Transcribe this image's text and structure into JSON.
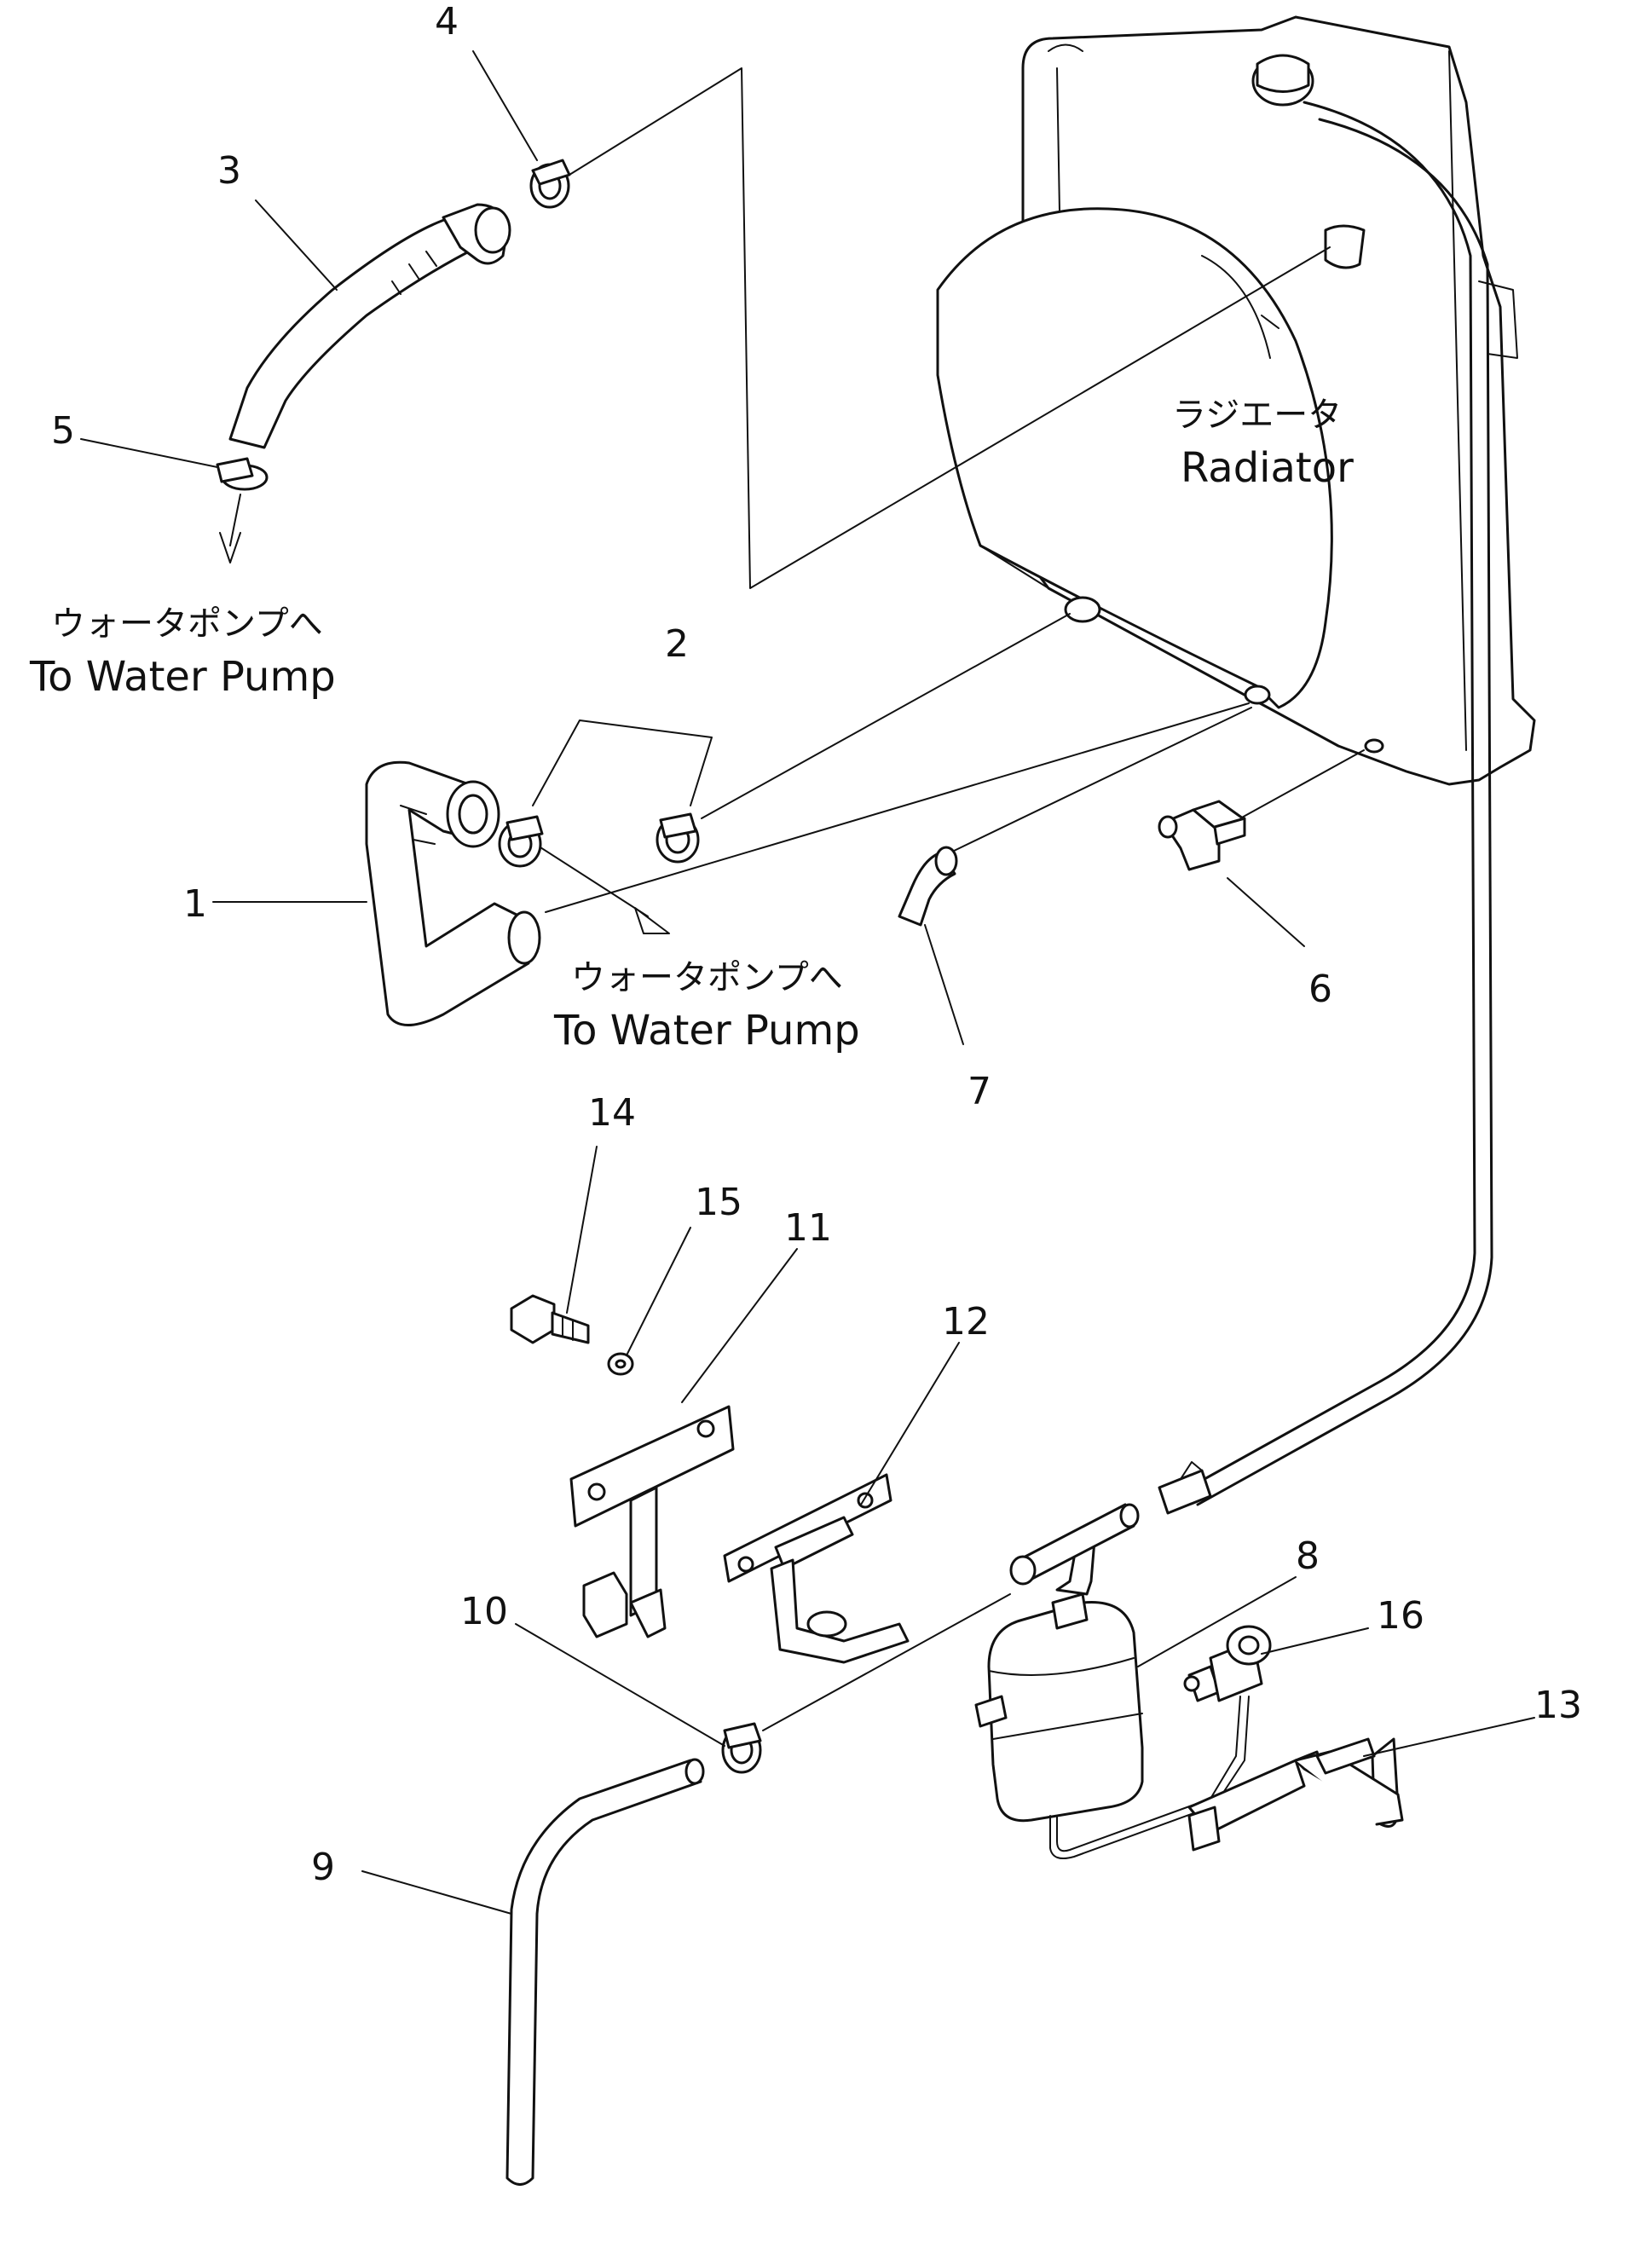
{
  "diagram": {
    "callouts": {
      "c1": "1",
      "c2": "2",
      "c3": "3",
      "c4": "4",
      "c5": "5",
      "c6": "6",
      "c7": "7",
      "c8": "8",
      "c9": "9",
      "c10": "10",
      "c11": "11",
      "c12": "12",
      "c13": "13",
      "c14": "14",
      "c15": "15",
      "c16": "16"
    },
    "labels": {
      "radiator_jp": "ラジエータ",
      "radiator_en": "Radiator",
      "water_pump_upper_jp": "ウォータポンプへ",
      "water_pump_upper_en": "To Water Pump",
      "water_pump_lower_jp": "ウォータポンプへ",
      "water_pump_lower_en": "To Water Pump"
    }
  }
}
